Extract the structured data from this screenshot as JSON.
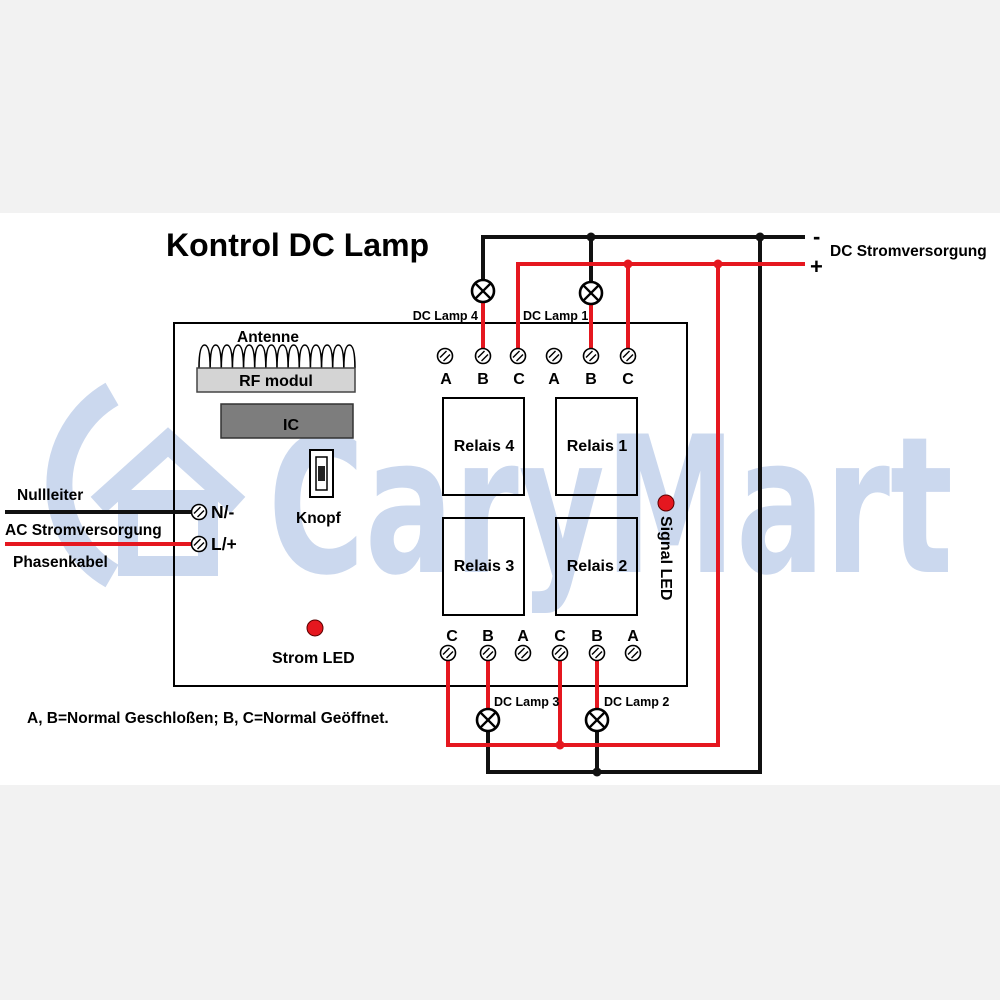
{
  "title": "Kontrol DC Lamp",
  "watermark": {
    "text": "CaryMart"
  },
  "colors": {
    "wire_positive": "#e5171f",
    "wire_negative": "#111111",
    "led": "#e5171f",
    "rf_module": "#d4d4d4",
    "ic": "#7d7d7d",
    "watermark": "#cbd8ee",
    "background_band": "#f2f2f2"
  },
  "ac_input": {
    "neutral": "Nullleiter",
    "supply": "AC Stromversorgung",
    "phase": "Phasenkabel"
  },
  "dc_supply": {
    "label": "DC Stromversorgung",
    "negative": "-",
    "positive": "+"
  },
  "board": {
    "antenna": "Antenne",
    "rf_module": "RF modul",
    "ic": "IC",
    "button": "Knopf",
    "power_led": "Strom LED",
    "signal_led": "Signal LED",
    "input_terminals": [
      "N/-",
      "L/+"
    ],
    "relays": [
      "Relais 4",
      "Relais 1",
      "Relais 3",
      "Relais 2"
    ],
    "top_terminals": [
      "A",
      "B",
      "C",
      "A",
      "B",
      "C"
    ],
    "bottom_terminals": [
      "C",
      "B",
      "A",
      "C",
      "B",
      "A"
    ]
  },
  "lamps": [
    "DC Lamp 4",
    "DC Lamp 1",
    "DC Lamp 3",
    "DC Lamp 2"
  ],
  "note": "A, B=Normal Geschloßen; B, C=Normal Geöffnet."
}
